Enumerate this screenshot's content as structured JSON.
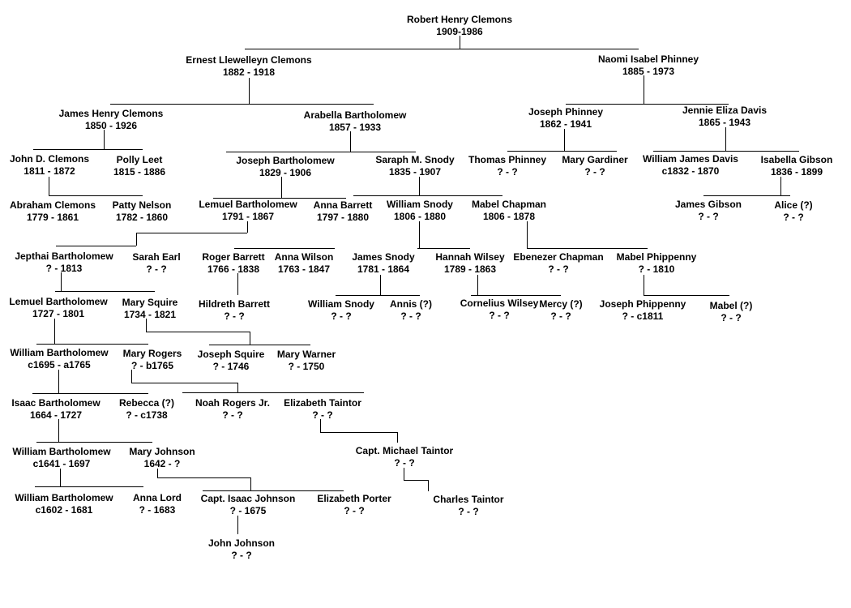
{
  "people": [
    {
      "id": "robert",
      "name": "Robert Henry Clemons",
      "dates": "1909-1986"
    },
    {
      "id": "ernest",
      "name": "Ernest Llewelleyn Clemons",
      "dates": "1882 - 1918"
    },
    {
      "id": "naomi",
      "name": "Naomi Isabel Phinney",
      "dates": "1885 - 1973"
    },
    {
      "id": "jameshenry",
      "name": "James Henry Clemons",
      "dates": "1850 - 1926"
    },
    {
      "id": "arabella",
      "name": "Arabella Bartholomew",
      "dates": "1857 - 1933"
    },
    {
      "id": "josephphinney",
      "name": "Joseph Phinney",
      "dates": "1862 - 1941"
    },
    {
      "id": "jennie",
      "name": "Jennie Eliza Davis",
      "dates": "1865 - 1943"
    },
    {
      "id": "johnd",
      "name": "John D. Clemons",
      "dates": "1811 - 1872"
    },
    {
      "id": "polly",
      "name": "Polly Leet",
      "dates": "1815 - 1886"
    },
    {
      "id": "josephbart",
      "name": "Joseph Bartholomew",
      "dates": "1829 - 1906"
    },
    {
      "id": "saraph",
      "name": "Saraph M. Snody",
      "dates": "1835 - 1907"
    },
    {
      "id": "thomas",
      "name": "Thomas Phinney",
      "dates": "? - ?"
    },
    {
      "id": "marygard",
      "name": "Mary Gardiner",
      "dates": "? - ?"
    },
    {
      "id": "williamdavis",
      "name": "William James Davis",
      "dates": "c1832 - 1870"
    },
    {
      "id": "isabella",
      "name": "Isabella Gibson",
      "dates": "1836 - 1899"
    },
    {
      "id": "abraham",
      "name": "Abraham Clemons",
      "dates": "1779 - 1861"
    },
    {
      "id": "patty",
      "name": "Patty Nelson",
      "dates": "1782 - 1860"
    },
    {
      "id": "lemuel1791",
      "name": "Lemuel Bartholomew",
      "dates": "1791 - 1867"
    },
    {
      "id": "annabarrett",
      "name": "Anna Barrett",
      "dates": "1797 - 1880"
    },
    {
      "id": "williamsnody1806",
      "name": "William Snody",
      "dates": "1806 - 1880"
    },
    {
      "id": "mabelchapman",
      "name": "Mabel Chapman",
      "dates": "1806 - 1878"
    },
    {
      "id": "jamesgibson",
      "name": "James Gibson",
      "dates": "? - ?"
    },
    {
      "id": "alice",
      "name": "Alice (?)",
      "dates": "? - ?"
    },
    {
      "id": "jepthai",
      "name": "Jepthai Bartholomew",
      "dates": "? - 1813"
    },
    {
      "id": "saraheasl",
      "name": "Sarah Earl",
      "dates": "? - ?"
    },
    {
      "id": "roger",
      "name": "Roger Barrett",
      "dates": "1766 - 1838"
    },
    {
      "id": "annawilson",
      "name": "Anna Wilson",
      "dates": "1763 - 1847"
    },
    {
      "id": "jamessnody",
      "name": "James Snody",
      "dates": "1781 - 1864"
    },
    {
      "id": "hannah",
      "name": "Hannah Wilsey",
      "dates": "1789 - 1863"
    },
    {
      "id": "ebenezer",
      "name": "Ebenezer Chapman",
      "dates": "? - ?"
    },
    {
      "id": "mabelphip",
      "name": "Mabel Phippenny",
      "dates": "? - 1810"
    },
    {
      "id": "lemuel1727",
      "name": "Lemuel Bartholomew",
      "dates": "1727 - 1801"
    },
    {
      "id": "marysquire",
      "name": "Mary Squire",
      "dates": "1734 - 1821"
    },
    {
      "id": "hildreth",
      "name": "Hildreth Barrett",
      "dates": "? - ?"
    },
    {
      "id": "williamsnodyold",
      "name": "William Snody",
      "dates": "? - ?"
    },
    {
      "id": "annis",
      "name": "Annis (?)",
      "dates": "? - ?"
    },
    {
      "id": "cornelius",
      "name": "Cornelius Wilsey",
      "dates": "? - ?"
    },
    {
      "id": "mercy",
      "name": "Mercy (?)",
      "dates": "? - ?"
    },
    {
      "id": "josephphip",
      "name": "Joseph Phippenny",
      "dates": "? - c1811"
    },
    {
      "id": "mabelq",
      "name": "Mabel (?)",
      "dates": "? - ?"
    },
    {
      "id": "william1695",
      "name": "William Bartholomew",
      "dates": "c1695 - a1765"
    },
    {
      "id": "maryrogers",
      "name": "Mary Rogers",
      "dates": "? - b1765"
    },
    {
      "id": "josephsquire",
      "name": "Joseph Squire",
      "dates": "? - 1746"
    },
    {
      "id": "marywarner",
      "name": "Mary Warner",
      "dates": "? - 1750"
    },
    {
      "id": "isaac",
      "name": "Isaac Bartholomew",
      "dates": "1664 - 1727"
    },
    {
      "id": "rebecca",
      "name": "Rebecca (?)",
      "dates": "? - c1738"
    },
    {
      "id": "noah",
      "name": "Noah Rogers Jr.",
      "dates": "? - ?"
    },
    {
      "id": "elizabethtaintor",
      "name": "Elizabeth Taintor",
      "dates": "? - ?"
    },
    {
      "id": "william1641",
      "name": "William Bartholomew",
      "dates": "c1641 - 1697"
    },
    {
      "id": "maryjohnson",
      "name": "Mary Johnson",
      "dates": "1642 - ?"
    },
    {
      "id": "michael",
      "name": "Capt. Michael Taintor",
      "dates": "? - ?"
    },
    {
      "id": "william1602",
      "name": "William Bartholomew",
      "dates": "c1602 - 1681"
    },
    {
      "id": "annalord",
      "name": "Anna Lord",
      "dates": "? - 1683"
    },
    {
      "id": "isaacjohnson",
      "name": "Capt. Isaac Johnson",
      "dates": "? - 1675"
    },
    {
      "id": "elizabethporter",
      "name": "Elizabeth Porter",
      "dates": "? - ?"
    },
    {
      "id": "charles",
      "name": "Charles Taintor",
      "dates": "? - ?"
    },
    {
      "id": "johnjohnson",
      "name": "John Johnson",
      "dates": "? - ?"
    }
  ]
}
